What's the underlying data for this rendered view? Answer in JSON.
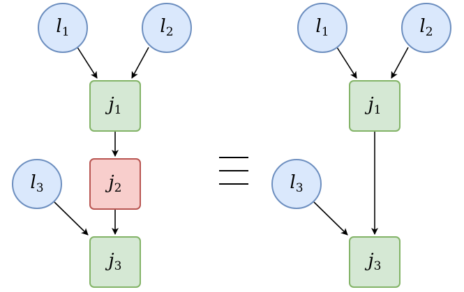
{
  "colors": {
    "leaf_fill": "#dae8fc",
    "leaf_stroke": "#6c8ebf",
    "join_fill": "#d5e8d4",
    "join_stroke": "#82b366",
    "removed_fill": "#f8cecc",
    "removed_stroke": "#b85450"
  },
  "left": {
    "l1": {
      "var": "l",
      "sub": "1"
    },
    "l2": {
      "var": "l",
      "sub": "2"
    },
    "l3": {
      "var": "l",
      "sub": "3"
    },
    "j1": {
      "var": "j",
      "sub": "1"
    },
    "j2": {
      "var": "j",
      "sub": "2"
    },
    "j3": {
      "var": "j",
      "sub": "3"
    }
  },
  "right": {
    "l1": {
      "var": "l",
      "sub": "1"
    },
    "l2": {
      "var": "l",
      "sub": "2"
    },
    "l3": {
      "var": "l",
      "sub": "3"
    },
    "j1": {
      "var": "j",
      "sub": "1"
    },
    "j3": {
      "var": "j",
      "sub": "3"
    }
  },
  "symbol": "equivalence",
  "edges_left": [
    [
      "l1",
      "j1"
    ],
    [
      "l2",
      "j1"
    ],
    [
      "j1",
      "j2"
    ],
    [
      "j2",
      "j3"
    ],
    [
      "l3",
      "j3"
    ]
  ],
  "edges_right": [
    [
      "l1",
      "j1"
    ],
    [
      "l2",
      "j1"
    ],
    [
      "j1",
      "j3"
    ],
    [
      "l3",
      "j3"
    ]
  ]
}
